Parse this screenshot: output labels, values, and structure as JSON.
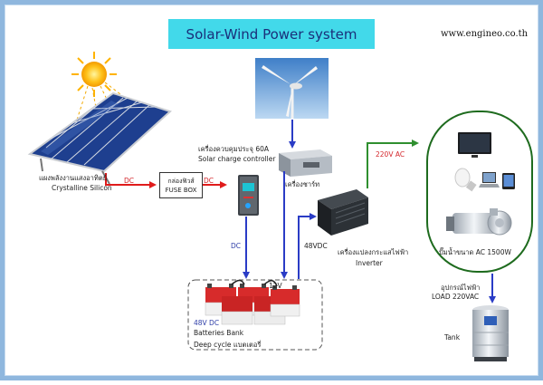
{
  "title": "Solar-Wind Power system",
  "website": "www.engineo.co.th",
  "solar_panel": {
    "label_thai": "แผงพลังงานแสงอาทิตย์",
    "label_en": "Crystalline Silicon"
  },
  "fuse_box": {
    "label_thai": "กล่องฟิวส์",
    "label_en": "FUSE BOX"
  },
  "charge_controller": {
    "label_thai": "เครื่องควบคุมประจุ 60A",
    "label_en": "Solar charge controller"
  },
  "wind_charger": {
    "label_thai": "เครื่องชาร์ท"
  },
  "inverter": {
    "label_thai": "เครื่องแปลงกระแสไฟฟ้า",
    "label_en": "Inverter"
  },
  "batteries": {
    "voltage": "48V DC",
    "label_en": "Batteries Bank",
    "label_mixed": "Deep cycle แบตเตอรี่",
    "label_12v": "12V"
  },
  "loads": {
    "pump_label": "ปั๊มน้ำขนาด AC 1500W",
    "label_thai": "อุปกรณ์ไฟฟ้า",
    "label_en": "LOAD 220VAC"
  },
  "tank": {
    "label": "Tank"
  },
  "wires": {
    "dc_1": "DC",
    "dc_2": "DC",
    "dc_3": "DC",
    "vdc_48": "48VDC",
    "ac_220": "220V AC"
  },
  "colors": {
    "title_bg": "#42d9ea",
    "red_wire": "#e01b1b",
    "blue_wire": "#2a3cc6",
    "green_wire": "#2f8f2f",
    "frame": "#8fb7de"
  }
}
